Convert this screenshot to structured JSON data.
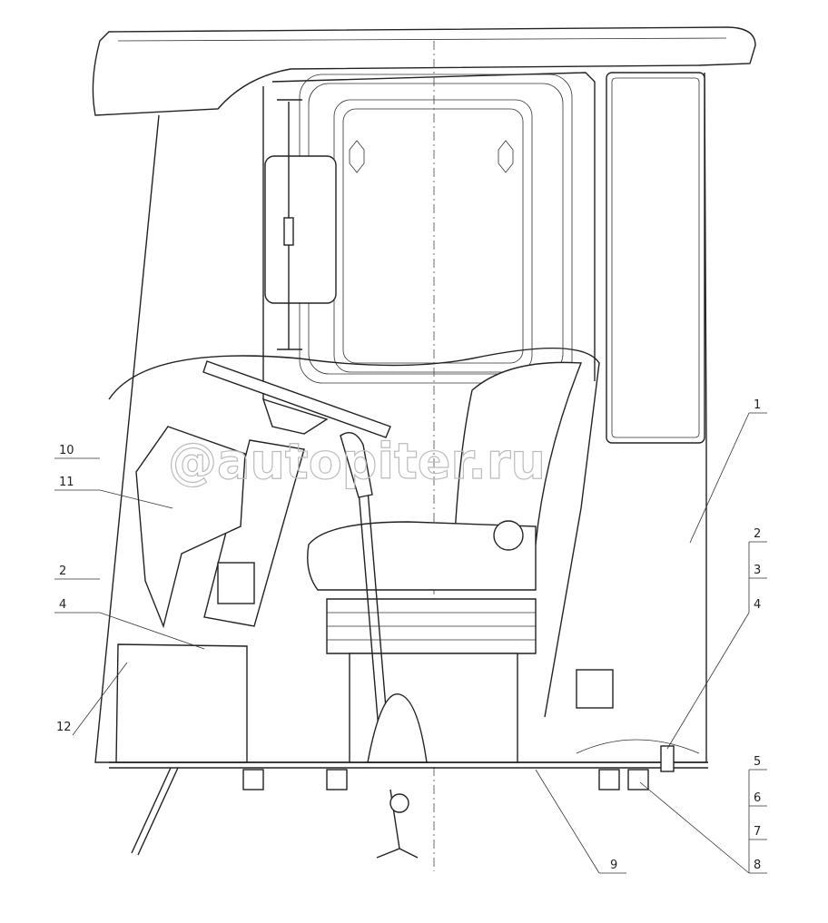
{
  "drawing": {
    "title": "Operator cab assembly",
    "watermark": "@autopiter.ru",
    "callouts_left": [
      {
        "id": "callout-10",
        "label": "10"
      },
      {
        "id": "callout-11",
        "label": "11"
      },
      {
        "id": "callout-2-left",
        "label": "2"
      },
      {
        "id": "callout-4-left",
        "label": "4"
      },
      {
        "id": "callout-12",
        "label": "12"
      }
    ],
    "callouts_right": [
      {
        "id": "callout-1",
        "label": "1"
      },
      {
        "id": "callout-2-right",
        "label": "2"
      },
      {
        "id": "callout-3",
        "label": "3"
      },
      {
        "id": "callout-4-right",
        "label": "4"
      },
      {
        "id": "callout-5",
        "label": "5"
      },
      {
        "id": "callout-6",
        "label": "6"
      },
      {
        "id": "callout-7",
        "label": "7"
      },
      {
        "id": "callout-8",
        "label": "8"
      }
    ],
    "callouts_bottom": [
      {
        "id": "callout-9",
        "label": "9"
      }
    ]
  }
}
